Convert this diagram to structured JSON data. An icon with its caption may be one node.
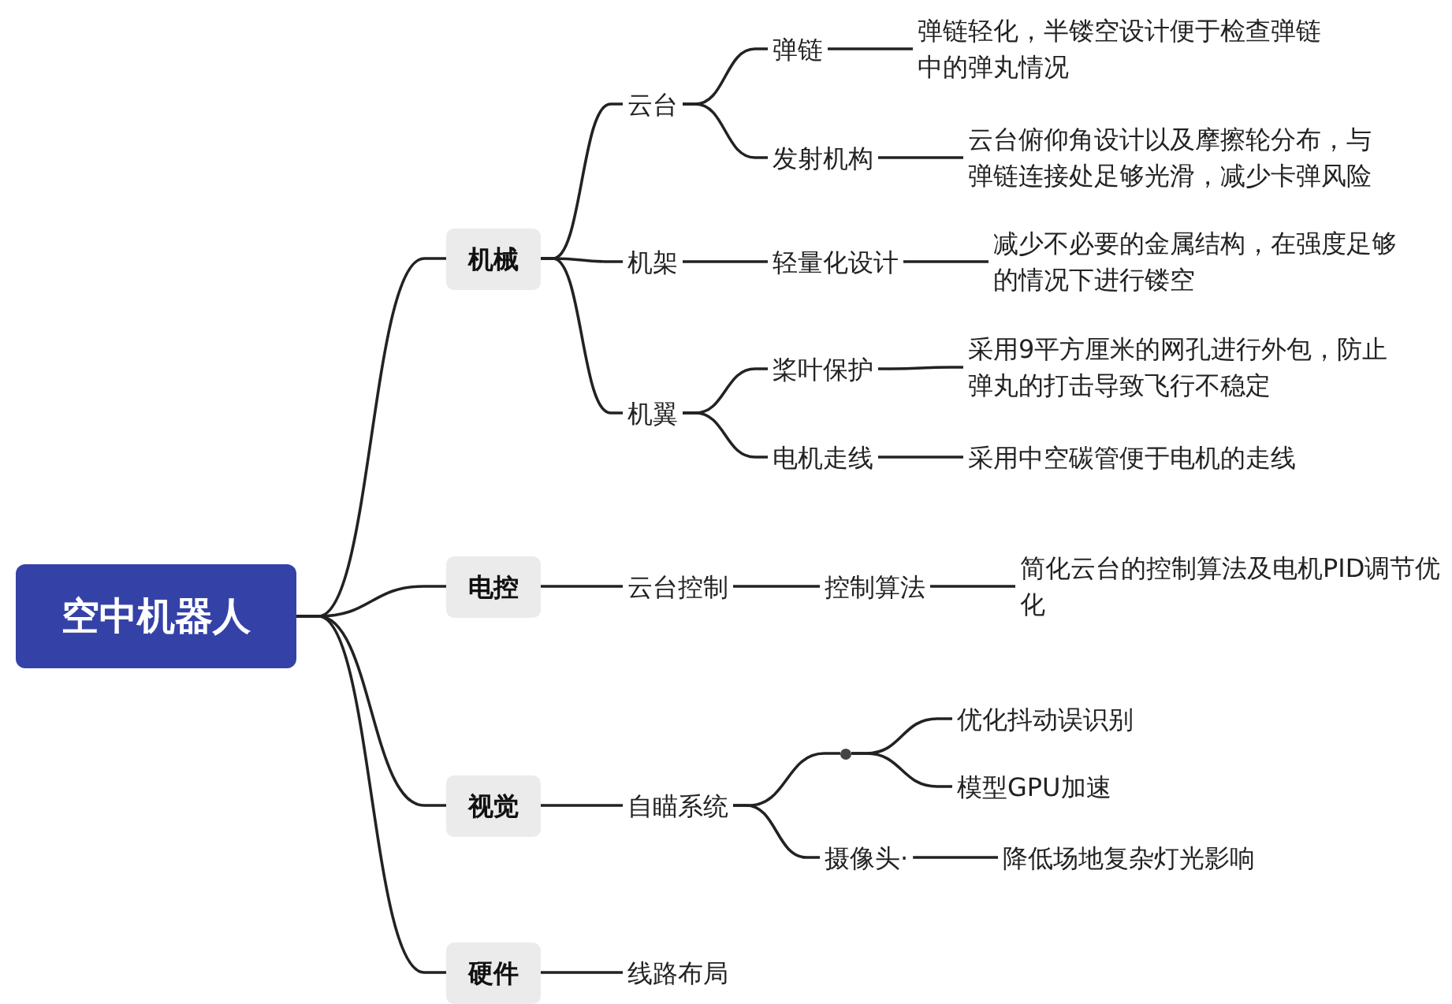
{
  "diagram": {
    "nodes": [
      {
        "text": [
          "空中机器人"
        ]
      },
      {
        "text": [
          "机械"
        ]
      },
      {
        "text": [
          "云台"
        ]
      },
      {
        "text": [
          "弹链"
        ]
      },
      {
        "text": [
          "弹链轻化，半镂空设计便于检查弹链中的弹丸情况"
        ]
      },
      {
        "text": [
          "发射机构"
        ]
      },
      {
        "text": [
          "云台俯仰角设计以及摩擦轮分布，与弹链连接处足够光滑，减少卡弹风险"
        ]
      },
      {
        "text": [
          "机架"
        ]
      },
      {
        "text": [
          "轻量化设计"
        ]
      },
      {
        "text": [
          "减少不必要的金属结构，在强度足够的情况下进行镂空"
        ]
      },
      {
        "text": [
          "机翼"
        ]
      },
      {
        "text": [
          "桨叶保护"
        ]
      },
      {
        "text": [
          "采用9平方厘米的网孔进行外包，防止弹丸的打击导致飞行不稳定"
        ]
      },
      {
        "text": [
          "电机走线"
        ]
      },
      {
        "text": [
          "采用中空碳管便于电机的走线"
        ]
      },
      {
        "text": [
          "电控"
        ]
      },
      {
        "text": [
          "云台控制"
        ]
      },
      {
        "text": [
          "控制算法"
        ]
      },
      {
        "text": [
          "简化云台的控制算法及电机PID调节优化"
        ]
      },
      {
        "text": [
          "视觉"
        ]
      },
      {
        "text": [
          "自瞄系统"
        ]
      },
      {
        "text": [],
        "shape": "circle"
      },
      {
        "text": [
          "优化抖动误识别"
        ]
      },
      {
        "text": [
          "模型GPU加速"
        ]
      },
      {
        "text": [
          "摄像头·"
        ]
      },
      {
        "text": [
          "降低场地复杂灯光影响"
        ]
      },
      {
        "text": [
          "硬件"
        ]
      },
      {
        "text": [
          "线路布局"
        ]
      }
    ],
    "edges": [
      {
        "from": 0,
        "to": 1,
        "arrow": "none"
      },
      {
        "from": 0,
        "to": 15,
        "arrow": "none"
      },
      {
        "from": 0,
        "to": 19,
        "arrow": "none"
      },
      {
        "from": 0,
        "to": 26,
        "arrow": "none"
      },
      {
        "from": 1,
        "to": 2,
        "arrow": "none"
      },
      {
        "from": 1,
        "to": 7,
        "arrow": "none"
      },
      {
        "from": 1,
        "to": 10,
        "arrow": "none"
      },
      {
        "from": 2,
        "to": 3,
        "arrow": "none"
      },
      {
        "from": 2,
        "to": 5,
        "arrow": "none"
      },
      {
        "from": 3,
        "to": 4,
        "arrow": "none"
      },
      {
        "from": 5,
        "to": 6,
        "arrow": "none"
      },
      {
        "from": 7,
        "to": 8,
        "arrow": "none"
      },
      {
        "from": 8,
        "to": 9,
        "arrow": "none"
      },
      {
        "from": 10,
        "to": 11,
        "arrow": "none"
      },
      {
        "from": 10,
        "to": 13,
        "arrow": "none"
      },
      {
        "from": 11,
        "to": 12,
        "arrow": "none"
      },
      {
        "from": 13,
        "to": 14,
        "arrow": "none"
      },
      {
        "from": 15,
        "to": 16,
        "arrow": "none"
      },
      {
        "from": 16,
        "to": 17,
        "arrow": "none"
      },
      {
        "from": 17,
        "to": 18,
        "arrow": "none"
      },
      {
        "from": 19,
        "to": 20,
        "arrow": "none"
      },
      {
        "from": 20,
        "to": 21,
        "arrow": "none"
      },
      {
        "from": 20,
        "to": 24,
        "arrow": "none"
      },
      {
        "from": 21,
        "to": 22,
        "arrow": "none"
      },
      {
        "from": 21,
        "to": 23,
        "arrow": "none"
      },
      {
        "from": 24,
        "to": 25,
        "arrow": "none"
      },
      {
        "from": 26,
        "to": 27,
        "arrow": "none"
      }
    ]
  }
}
